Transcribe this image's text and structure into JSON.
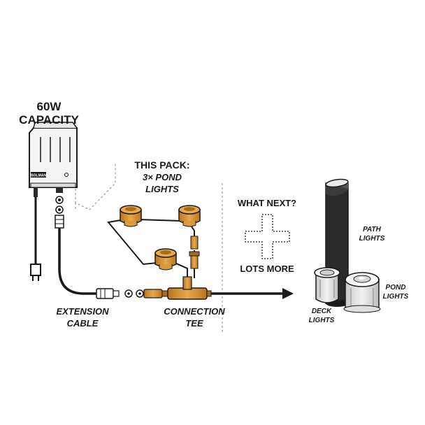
{
  "transformer": {
    "title_line1": "60W",
    "title_line2": "CAPACITY",
    "brand": "BOLMAN"
  },
  "pack": {
    "line1": "THIS PACK:",
    "line2": "3× POND",
    "line3": "LIGHTS"
  },
  "labels": {
    "extension_line1": "EXTENSION",
    "extension_line2": "CABLE",
    "connection_line1": "CONNECTION",
    "connection_line2": "TEE"
  },
  "next": {
    "heading": "WHAT NEXT?",
    "lots_more": "LOTS MORE",
    "path_line1": "PATH",
    "path_line2": "LIGHTS",
    "pond_line1": "POND",
    "pond_line2": "LIGHTS",
    "deck_line1": "DECK",
    "deck_line2": "LIGHTS"
  },
  "colors": {
    "ink": "#1a1a1a",
    "amber": "#d99a3c",
    "amber_dark": "#a86d1c",
    "transformer_fill": "#f4f4f4",
    "post_fill": "#2a2a2a"
  },
  "icons": [
    "plus-dotted-icon",
    "arrow-right-icon"
  ]
}
